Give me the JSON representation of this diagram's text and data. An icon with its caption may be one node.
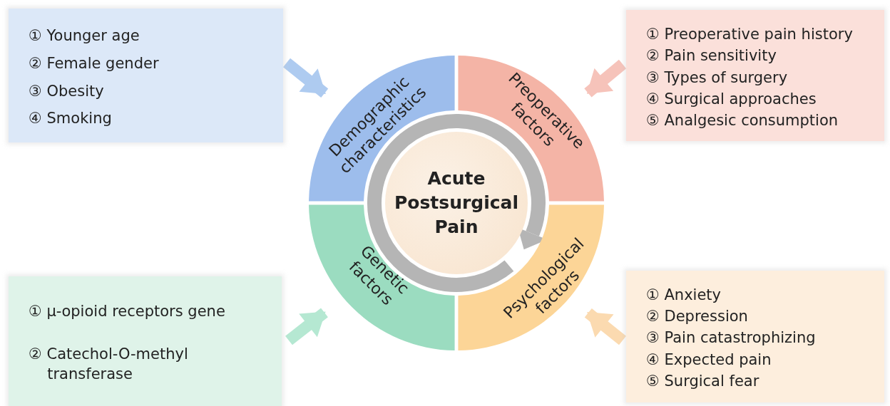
{
  "diagram": {
    "nodes": [
      {
        "text": [
          "① Younger age",
          "② Female gender",
          "③ Obesity",
          "④ Smoking"
        ]
      },
      {
        "text": [
          "① Preoperative pain history",
          "② Pain sensitivity",
          "③ Types of surgery",
          "④ Surgical approaches",
          "⑤ Analgesic consumption"
        ]
      },
      {
        "text": [
          "Demographic characteristics"
        ]
      },
      {
        "text": [
          "Preoperative factors"
        ]
      },
      {
        "text": [
          "Acute Postsurgical Pain"
        ]
      },
      {
        "text": [
          "Genetic factors"
        ]
      },
      {
        "text": [
          "Psychological factors"
        ]
      },
      {
        "text": [
          "① μ-opioid receptors gene",
          "② Catechol-O-methyl transferase"
        ]
      },
      {
        "text": [
          "① Anxiety",
          "② Depression",
          "③ Pain catastrophizing",
          "④ Expected pain",
          "⑤ Surgical fear"
        ]
      }
    ],
    "edges": [
      {
        "from": 0,
        "to": 2,
        "arrow": "to",
        "color": "#aecbf0"
      },
      {
        "from": 1,
        "to": 3,
        "arrow": "to",
        "color": "#f6c3ba"
      },
      {
        "from": 7,
        "to": 5,
        "arrow": "to",
        "color": "#b5e8d2"
      },
      {
        "from": 8,
        "to": 6,
        "arrow": "to",
        "color": "#fbdab0"
      }
    ]
  }
}
